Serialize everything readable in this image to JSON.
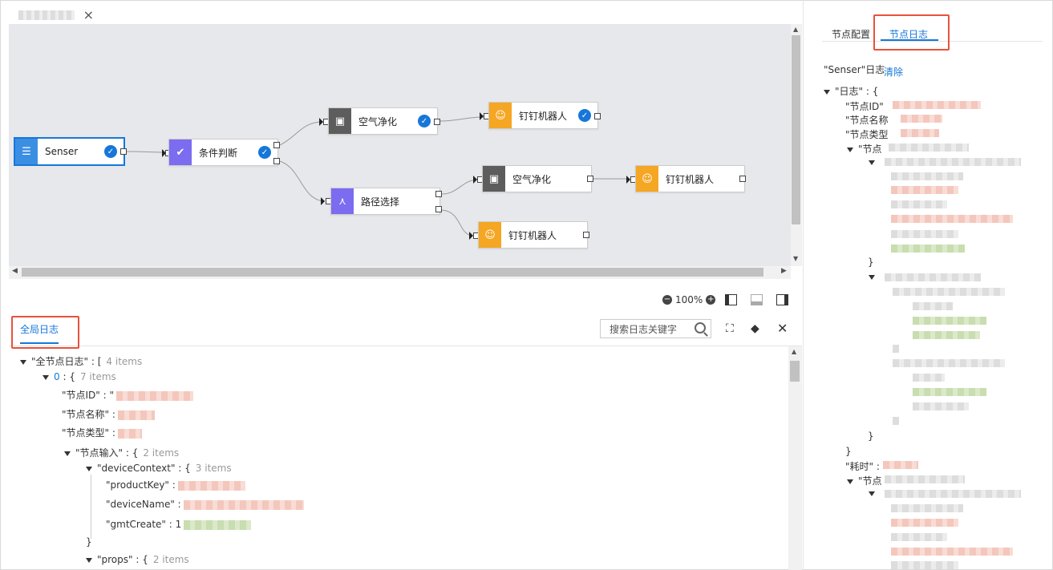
{
  "editor": {
    "tab": {
      "close_icon": "×"
    }
  },
  "canvas": {
    "nodes": {
      "senser": {
        "label": "Senser",
        "icon": "list-icon",
        "color": "#3b8fe3"
      },
      "condition": {
        "label": "条件判断",
        "icon": "check-icon",
        "color": "#7b6cf0"
      },
      "air1": {
        "label": "空气净化",
        "icon": "device-icon",
        "color": "#5d5d5d"
      },
      "ding1": {
        "label": "钉钉机器人",
        "icon": "robot-icon",
        "color": "#f5a623"
      },
      "route": {
        "label": "路径选择",
        "icon": "route-icon",
        "color": "#7b6cf0"
      },
      "air2": {
        "label": "空气净化",
        "icon": "device-icon",
        "color": "#5d5d5d"
      },
      "ding2": {
        "label": "钉钉机器人",
        "icon": "robot-icon",
        "color": "#f5a623"
      },
      "ding3": {
        "label": "钉钉机器人",
        "icon": "robot-icon",
        "color": "#f5a623"
      }
    }
  },
  "toolbar": {
    "zoom": "100%",
    "zoom_out": "−",
    "zoom_in": "+"
  },
  "bottom": {
    "tab_global": "全局日志",
    "search_placeholder": "搜索日志关键字",
    "lines": {
      "root_key": "\"全节点日志\"",
      "root_sep": " : [",
      "root_count": "4 items",
      "item0_key": "0",
      "item0_sep": " : {",
      "item0_count": "7 items",
      "node_id": "\"节点ID\" : \"",
      "node_name": "\"节点名称\" :",
      "node_type": "\"节点类型\" :",
      "node_input_key": "\"节点输入\"",
      "node_input_sep": " : {",
      "node_input_count": "2 items",
      "device_ctx_key": "\"deviceContext\"",
      "device_ctx_sep": " : {",
      "device_ctx_count": "3 items",
      "product_key": "\"productKey\" :",
      "device_name": "\"deviceName\" :",
      "gmt_create": "\"gmtCreate\" : 1",
      "close_brace": "}",
      "props_key": "\"props\"",
      "props_sep": " : {",
      "props_count": "2 items"
    }
  },
  "right": {
    "tab_config": "节点配置",
    "tab_log": "节点日志",
    "senser_log": "\"Senser\"日志",
    "clear": "清除",
    "lines": {
      "log_key": "\"日志\" : {",
      "node_id": "\"节点ID\"",
      "node_name": "\"节点名称",
      "node_type": "\"节点类型",
      "node_sub": "\"节点",
      "brace1": "}",
      "brace2": "}",
      "brace3": "}",
      "elapsed": "\"耗时\" :",
      "node_sub2": "\"节点"
    }
  }
}
